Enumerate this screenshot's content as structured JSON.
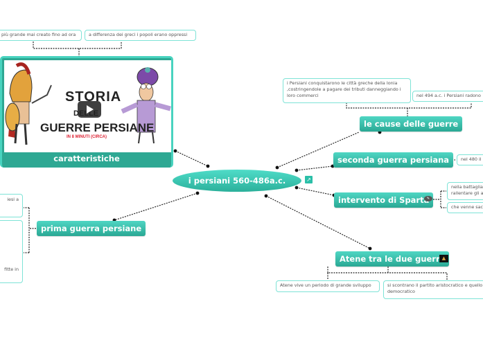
{
  "central_topic": {
    "label": "i persiani 560-486a.c.",
    "icon": "external-link-icon"
  },
  "caratteristiche": {
    "label": "caratteristiche",
    "video": {
      "title_line1": "STORIA",
      "title_line2": "DELLE",
      "title_line3": "GUERRE PERSIANE",
      "subtitle": "IN 8 MINUTI (CIRCA)",
      "play_icon": "play-icon"
    },
    "notes": [
      "più grande mai creato fino ad ora",
      "a differenza dei greci i popoli erano oppressi"
    ]
  },
  "le_cause": {
    "label": "le cause delle guerre",
    "notes": [
      "i Persiani conquistarono le città greche della Ionia ,costringendole a pagare dei tributi danneggiando i loro commerci",
      "nel  494 a.c. i Persiani radono"
    ]
  },
  "seconda_guerra": {
    "label": "seconda guerra persiana",
    "notes": [
      "nel 480 il r"
    ]
  },
  "sparta": {
    "label": "intervento di Sparta",
    "icon": "note-icon",
    "notes": [
      "nella battaglia rallentare gli a",
      "che venne sac"
    ]
  },
  "atene": {
    "label": "Atene tra le due guerre",
    "icon": "image-icon",
    "notes": [
      "Atene vive un periodo di grande sviluppo",
      "si scontrano il partito aristocratico e quello democratico"
    ]
  },
  "prima_guerra": {
    "label": "prima guerra persiane",
    "notes": [
      "iesi a",
      "fitte in"
    ]
  }
}
